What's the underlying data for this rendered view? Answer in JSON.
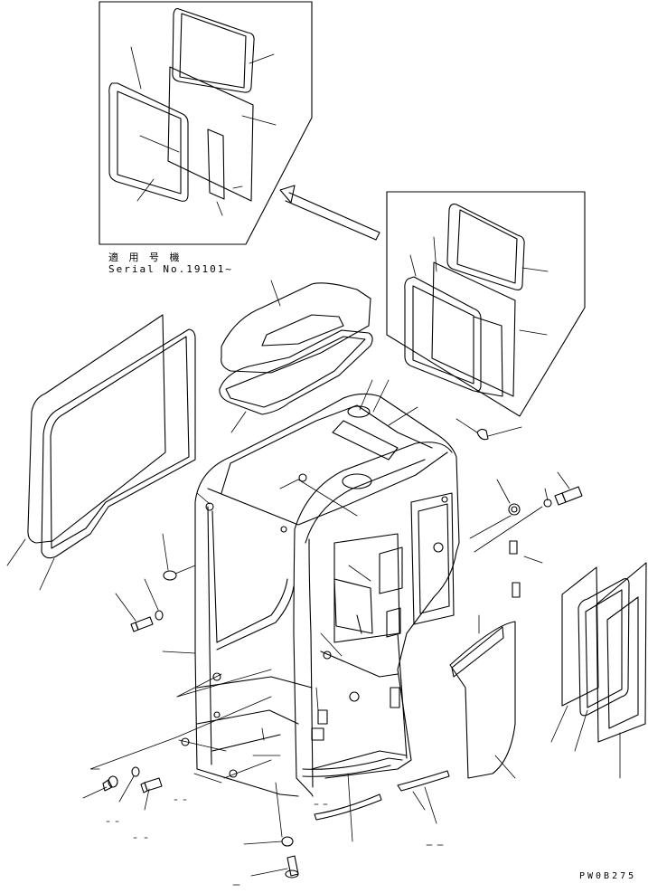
{
  "inset_applicability": {
    "label_jp": "適 用 号 機",
    "serial": "Serial No.19101~"
  },
  "drawing_code": "PW0B275"
}
